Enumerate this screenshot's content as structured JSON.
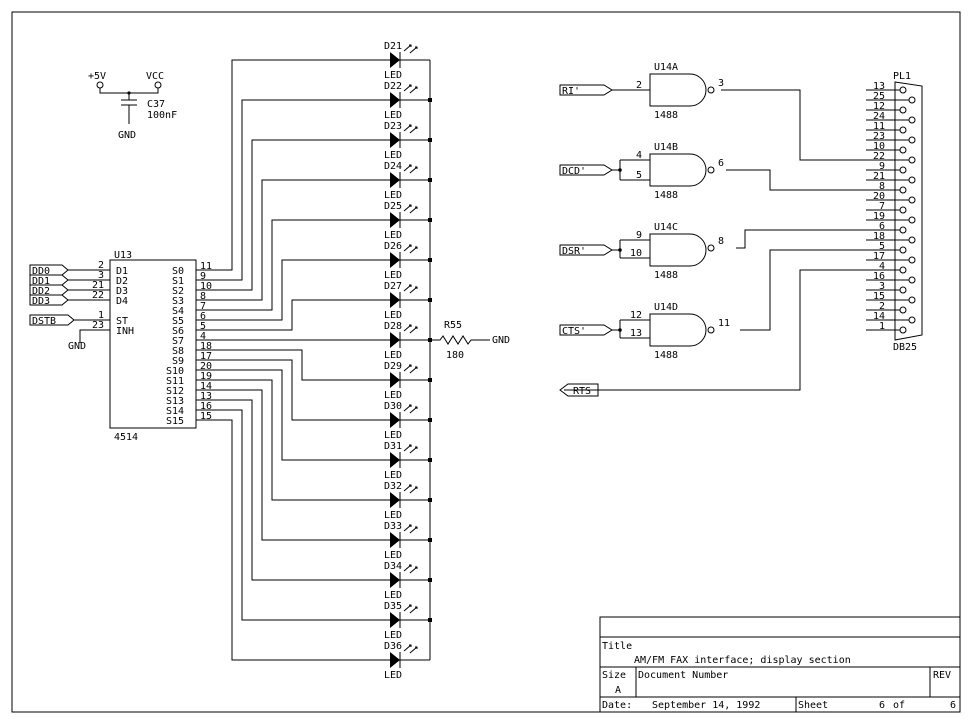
{
  "power": {
    "vplus": "+5V",
    "vcc": "VCC",
    "cap_ref": "C37",
    "cap_value": "100nF",
    "gnd": "GND"
  },
  "decoder": {
    "ref": "U13",
    "part": "4514",
    "inputs": [
      {
        "net": "DD0",
        "pin": "2",
        "name": "D1"
      },
      {
        "net": "DD1",
        "pin": "3",
        "name": "D2"
      },
      {
        "net": "DD2",
        "pin": "21",
        "name": "D3"
      },
      {
        "net": "DD3",
        "pin": "22",
        "name": "D4"
      }
    ],
    "strobe": {
      "net": "DSTB",
      "pin": "1",
      "name": "ST"
    },
    "inhibit": {
      "pin": "23",
      "name": "INH",
      "gnd": "GND"
    },
    "outputs": [
      {
        "name": "S0",
        "pin": "11"
      },
      {
        "name": "S1",
        "pin": "9"
      },
      {
        "name": "S2",
        "pin": "10"
      },
      {
        "name": "S3",
        "pin": "8"
      },
      {
        "name": "S4",
        "pin": "7"
      },
      {
        "name": "S5",
        "pin": "6"
      },
      {
        "name": "S6",
        "pin": "5"
      },
      {
        "name": "S7",
        "pin": "4"
      },
      {
        "name": "S8",
        "pin": "18"
      },
      {
        "name": "S9",
        "pin": "17"
      },
      {
        "name": "S10",
        "pin": "20"
      },
      {
        "name": "S11",
        "pin": "19"
      },
      {
        "name": "S12",
        "pin": "14"
      },
      {
        "name": "S13",
        "pin": "13"
      },
      {
        "name": "S14",
        "pin": "16"
      },
      {
        "name": "S15",
        "pin": "15"
      }
    ]
  },
  "leds": {
    "refs": [
      "D21",
      "D22",
      "D23",
      "D24",
      "D25",
      "D26",
      "D27",
      "D28",
      "D29",
      "D30",
      "D31",
      "D32",
      "D33",
      "D34",
      "D35",
      "D36"
    ],
    "value": "LED"
  },
  "resistor": {
    "ref": "R55",
    "value": "180",
    "gnd": "GND"
  },
  "gates": [
    {
      "ref": "U14A",
      "part": "1488",
      "in_pins": [
        "2"
      ],
      "out_pin": "3",
      "net": "RI'"
    },
    {
      "ref": "U14B",
      "part": "1488",
      "in_pins": [
        "4",
        "5"
      ],
      "out_pin": "6",
      "net": "DCD'"
    },
    {
      "ref": "U14C",
      "part": "1488",
      "in_pins": [
        "9",
        "10"
      ],
      "out_pin": "8",
      "net": "DSR'"
    },
    {
      "ref": "U14D",
      "part": "1488",
      "in_pins": [
        "12",
        "13"
      ],
      "out_pin": "11",
      "net": "CTS'"
    }
  ],
  "rts": {
    "net": "RTS"
  },
  "connector": {
    "ref": "PL1",
    "part": "DB25",
    "pins": [
      "13",
      "25",
      "12",
      "24",
      "11",
      "23",
      "10",
      "22",
      "9",
      "21",
      "8",
      "20",
      "7",
      "19",
      "6",
      "18",
      "5",
      "17",
      "4",
      "16",
      "3",
      "15",
      "2",
      "14",
      "1"
    ]
  },
  "title_block": {
    "title_label": "Title",
    "title": "AM/FM FAX interface; display section",
    "size_label": "Size",
    "size": "A",
    "docnum_label": "Document Number",
    "rev_label": "REV",
    "date_label": "Date:",
    "date": "September 14, 1992",
    "sheet_label": "Sheet",
    "sheet_num": "6",
    "of_label": "of",
    "sheet_total": "6"
  }
}
